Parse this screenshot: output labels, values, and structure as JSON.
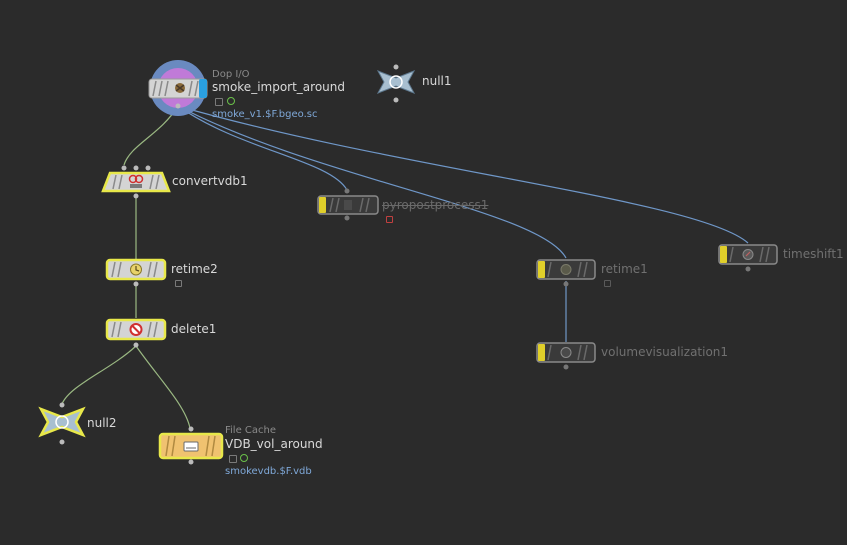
{
  "colors": {
    "background": "#2b2b2b",
    "wire_green": "#9ab882",
    "wire_blue": "#6f97c8",
    "selected_outline": "#e8e84a",
    "file_cache": "#f0c270",
    "display_flag": "#2aa0e0",
    "bypass_flag": "#e0cf2a"
  },
  "network": {
    "nodes": [
      {
        "id": "smoke_import_around",
        "type_label": "Dop I/O",
        "name": "smoke_import_around",
        "path": "smoke_v1.$F.bgeo.sc",
        "icon": "dop-io-icon"
      },
      {
        "id": "null1",
        "name": "null1",
        "icon": "null-icon"
      },
      {
        "id": "convertvdb1",
        "name": "convertvdb1",
        "icon": "vdb-icon"
      },
      {
        "id": "pyropostprocess1",
        "name": "pyropostprocess1",
        "icon": "pyro-icon",
        "bypassed": true
      },
      {
        "id": "retime2",
        "name": "retime2",
        "icon": "clock-icon"
      },
      {
        "id": "retime1",
        "name": "retime1",
        "icon": "clock-icon",
        "bypassed": true
      },
      {
        "id": "timeshift1",
        "name": "timeshift1",
        "icon": "timeshift-icon",
        "bypassed": true
      },
      {
        "id": "delete1",
        "name": "delete1",
        "icon": "delete-icon"
      },
      {
        "id": "volumevisualization1",
        "name": "volumevisualization1",
        "icon": "volume-icon",
        "bypassed": true
      },
      {
        "id": "null2",
        "name": "null2",
        "icon": "null-icon"
      },
      {
        "id": "vdb_vol_around",
        "type_label": "File Cache",
        "name": "VDB_vol_around",
        "path": "smokevdb.$F.vdb",
        "icon": "file-cache-icon"
      }
    ]
  }
}
